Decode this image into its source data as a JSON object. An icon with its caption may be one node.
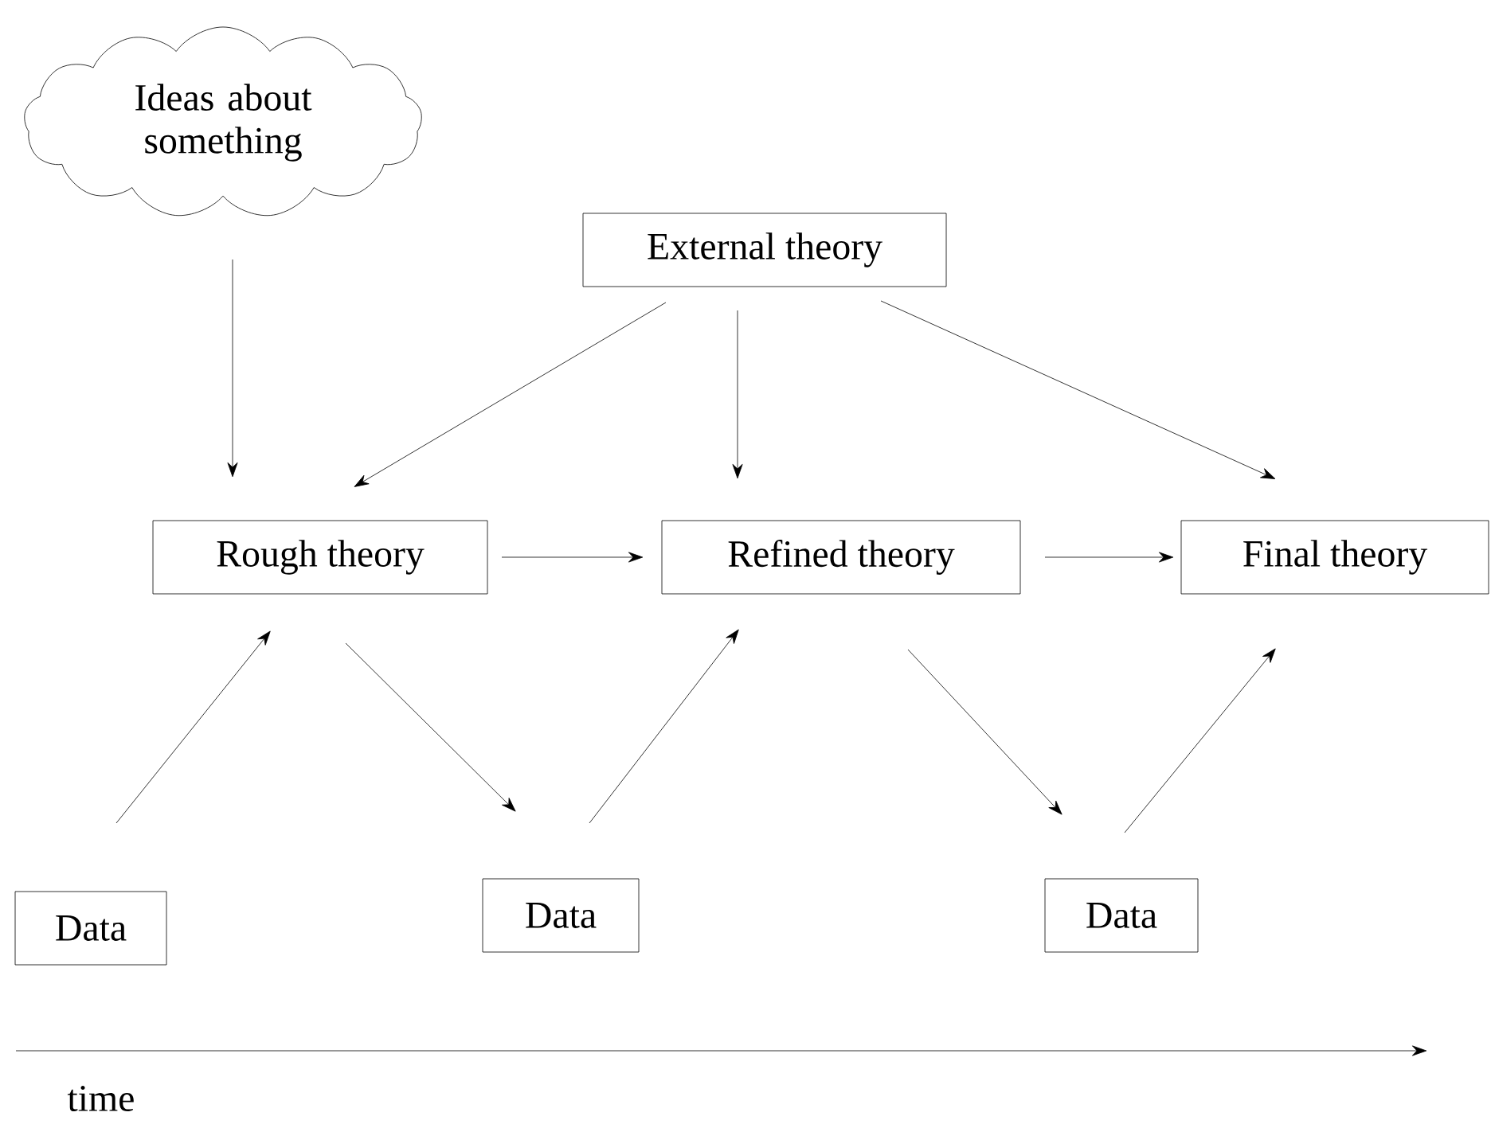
{
  "diagram": {
    "nodes": [
      {
        "text": [
          "Ideas about something"
        ]
      },
      {
        "text": [
          "External theory"
        ]
      },
      {
        "text": [
          "Rough theory"
        ]
      },
      {
        "text": [
          "Refined theory"
        ]
      },
      {
        "text": [
          "Final theory"
        ]
      },
      {
        "text": [
          "Data"
        ]
      },
      {
        "text": [
          "Data"
        ]
      },
      {
        "text": [
          "Data"
        ]
      }
    ],
    "edges": [
      {
        "from": 0,
        "to": 2,
        "arrow": "to"
      },
      {
        "from": 1,
        "to": 2,
        "arrow": "to"
      },
      {
        "from": 1,
        "to": 3,
        "arrow": "to"
      },
      {
        "from": 1,
        "to": 4,
        "arrow": "to"
      },
      {
        "from": 2,
        "to": 3,
        "arrow": "to"
      },
      {
        "from": 3,
        "to": 4,
        "arrow": "to"
      },
      {
        "from": 5,
        "to": 2,
        "arrow": "to"
      },
      {
        "from": 2,
        "to": 6,
        "arrow": "to"
      },
      {
        "from": 6,
        "to": 3,
        "arrow": "to"
      },
      {
        "from": 3,
        "to": 7,
        "arrow": "to"
      },
      {
        "from": 7,
        "to": 4,
        "arrow": "to"
      }
    ],
    "labels": [
      "time"
    ]
  }
}
